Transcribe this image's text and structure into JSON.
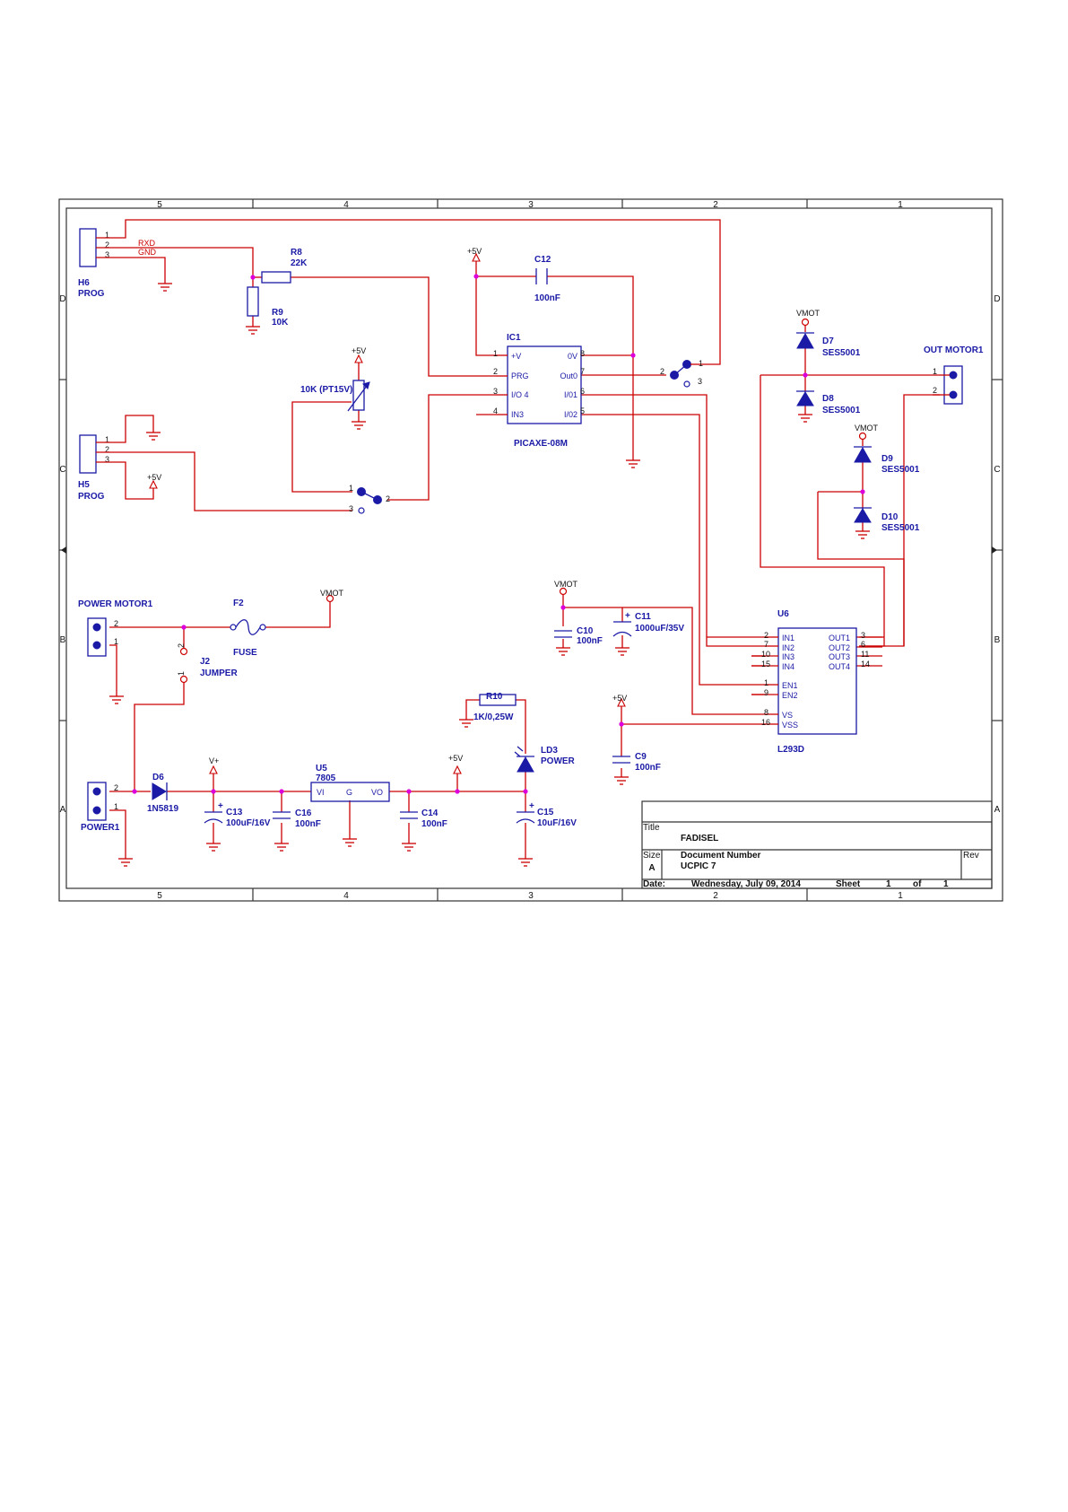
{
  "border": {
    "top_cols": [
      "5",
      "4",
      "3",
      "2",
      "1"
    ],
    "bottom_cols": [
      "5",
      "4",
      "3",
      "2",
      "1"
    ],
    "left_rows": [
      "D",
      "C",
      "B",
      "A"
    ],
    "right_rows": [
      "D",
      "C",
      "B",
      "A"
    ]
  },
  "title_block": {
    "title_label": "Title",
    "title": "FADISEL",
    "size_label": "Size",
    "size": "A",
    "docnum_label": "Document Number",
    "docnum": "UCPIC 7",
    "rev_label": "Rev",
    "date_label": "Date:",
    "date": "Wednesday, July 09, 2014",
    "sheet_label": "Sheet",
    "sheet": "1",
    "of_label": "of",
    "of": "1"
  },
  "components": {
    "h6": {
      "ref": "H6",
      "value": "PROG",
      "pins": [
        "1",
        "2",
        "3"
      ],
      "nets": [
        "RXD",
        "GND"
      ]
    },
    "h5": {
      "ref": "H5",
      "value": "PROG",
      "pins": [
        "1",
        "2",
        "3"
      ]
    },
    "r8": {
      "ref": "R8",
      "value": "22K"
    },
    "r9": {
      "ref": "R9",
      "value": "10K"
    },
    "pot": {
      "value": "10K (PT15V)"
    },
    "c12": {
      "ref": "C12",
      "value": "100nF"
    },
    "ic1": {
      "ref": "IC1",
      "value": "PICAXE-08M",
      "left_pins": [
        {
          "num": "1",
          "name": "+V"
        },
        {
          "num": "2",
          "name": "PRG"
        },
        {
          "num": "3",
          "name": "I/O 4"
        },
        {
          "num": "4",
          "name": "IN3"
        }
      ],
      "right_pins": [
        {
          "num": "8",
          "name": "0V"
        },
        {
          "num": "7",
          "name": "Out0"
        },
        {
          "num": "6",
          "name": "I/01"
        },
        {
          "num": "5",
          "name": "I/02"
        }
      ]
    },
    "sw1": {
      "pins": [
        "1",
        "2",
        "3"
      ]
    },
    "sw2": {
      "pins": [
        "2",
        "1",
        "3"
      ]
    },
    "d7": {
      "ref": "D7",
      "value": "SES5001"
    },
    "d8": {
      "ref": "D8",
      "value": "SES5001"
    },
    "d9": {
      "ref": "D9",
      "value": "SES5001"
    },
    "d10": {
      "ref": "D10",
      "value": "SES5001"
    },
    "out_motor": {
      "ref": "OUT MOTOR1",
      "pins": [
        "1",
        "2"
      ]
    },
    "power_motor": {
      "ref": "POWER MOTOR1",
      "pins": [
        "2",
        "1"
      ]
    },
    "f2": {
      "ref": "F2",
      "value": "FUSE"
    },
    "j2": {
      "ref": "J2",
      "value": "JUMPER",
      "pins": [
        "2",
        "1"
      ]
    },
    "c10": {
      "ref": "C10",
      "value": "100nF"
    },
    "c11": {
      "ref": "C11",
      "value": "1000uF/35V"
    },
    "u6": {
      "ref": "U6",
      "value": "L293D",
      "left_pins": [
        {
          "num": "2",
          "name": "IN1"
        },
        {
          "num": "7",
          "name": "IN2"
        },
        {
          "num": "10",
          "name": "IN3"
        },
        {
          "num": "15",
          "name": "IN4"
        },
        {
          "num": "1",
          "name": "EN1"
        },
        {
          "num": "9",
          "name": "EN2"
        },
        {
          "num": "8",
          "name": "VS"
        },
        {
          "num": "16",
          "name": "VSS"
        }
      ],
      "right_pins": [
        {
          "num": "3",
          "name": "OUT1"
        },
        {
          "num": "6",
          "name": "OUT2"
        },
        {
          "num": "11",
          "name": "OUT3"
        },
        {
          "num": "14",
          "name": "OUT4"
        }
      ]
    },
    "c9": {
      "ref": "C9",
      "value": "100nF"
    },
    "r10": {
      "ref": "R10",
      "value": "1K/0,25W"
    },
    "ld3": {
      "ref": "LD3",
      "value": "POWER"
    },
    "power1": {
      "ref": "POWER1",
      "pins": [
        "2",
        "1"
      ]
    },
    "d6": {
      "ref": "D6",
      "value": "1N5819"
    },
    "c13": {
      "ref": "C13",
      "value": "100uF/16V"
    },
    "c16": {
      "ref": "C16",
      "value": "100nF"
    },
    "u5": {
      "ref": "U5",
      "value": "7805",
      "pins": [
        "VI",
        "G",
        "VO"
      ]
    },
    "c14": {
      "ref": "C14",
      "value": "100nF"
    },
    "c15": {
      "ref": "C15",
      "value": "10uF/16V"
    }
  },
  "power_labels": {
    "p5v": "+5V",
    "vmot": "VMOT",
    "vplus": "V+",
    "plus": "+"
  }
}
